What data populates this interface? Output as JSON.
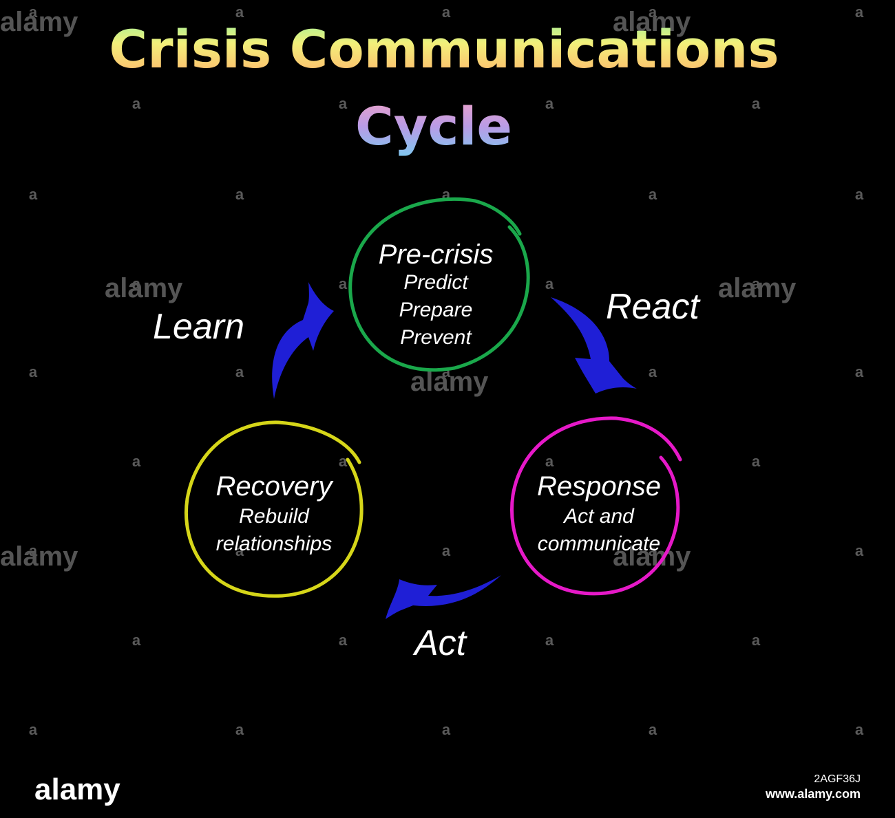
{
  "title": {
    "line1": "Crisis Communications",
    "line2": "Cycle"
  },
  "stages": {
    "precrisis": {
      "name": "Pre-crisis",
      "lines": [
        "Predict",
        "Prepare",
        "Prevent"
      ],
      "color": "#1aa84b"
    },
    "response": {
      "name": "Response",
      "lines": [
        "Act and",
        "communicate"
      ],
      "color": "#e619c8"
    },
    "recovery": {
      "name": "Recovery",
      "lines": [
        "Rebuild",
        "relationships"
      ],
      "color": "#d6d619"
    }
  },
  "transitions": {
    "react": {
      "label": "React"
    },
    "act": {
      "label": "Act"
    },
    "learn": {
      "label": "Learn"
    }
  },
  "arrow_color": "#1f1fd6",
  "watermark": {
    "brand": "alamy",
    "small": "a",
    "image_id": "2AGF36J",
    "site": "www.alamy.com"
  }
}
